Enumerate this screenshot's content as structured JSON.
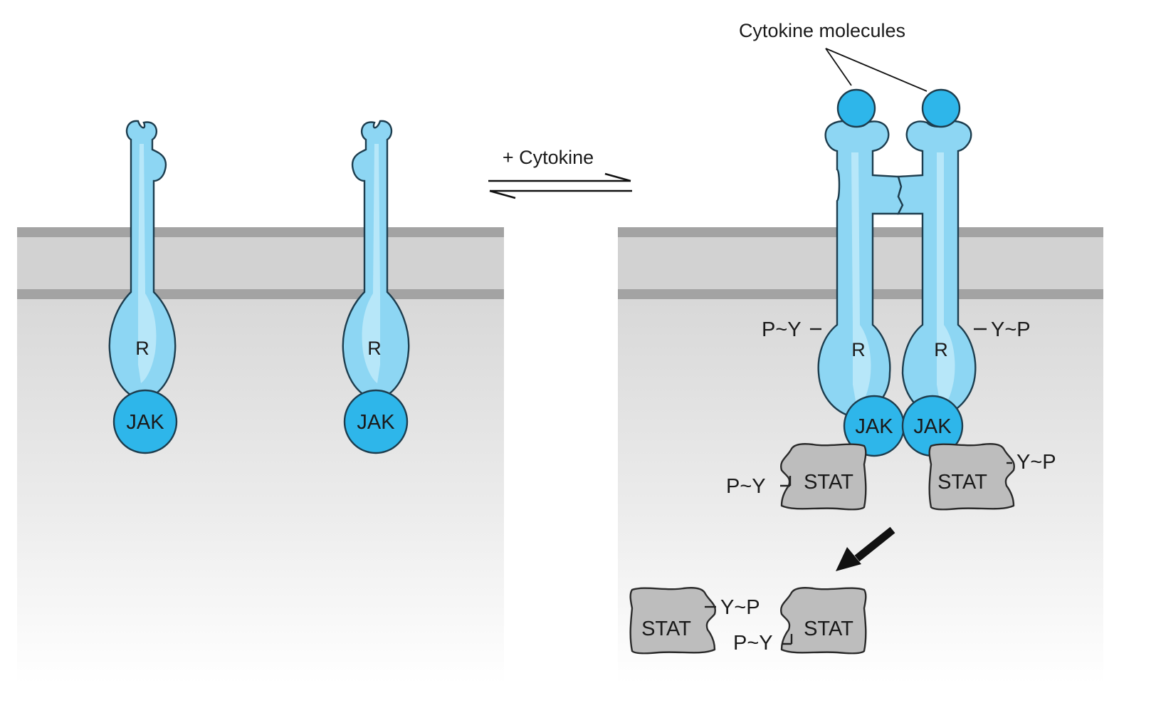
{
  "labels": {
    "cytokine_molecules": "Cytokine molecules",
    "plus_cytokine": "+ Cytokine",
    "receptor": "R",
    "jak": "JAK",
    "stat": "STAT",
    "py": "P~Y",
    "yp": "Y~P"
  },
  "colors": {
    "receptor_fill": "#8dd6f3",
    "jak_fill": "#2eb6ea",
    "stat_fill": "#bdbdbd",
    "membrane": "#a3a3a3"
  }
}
